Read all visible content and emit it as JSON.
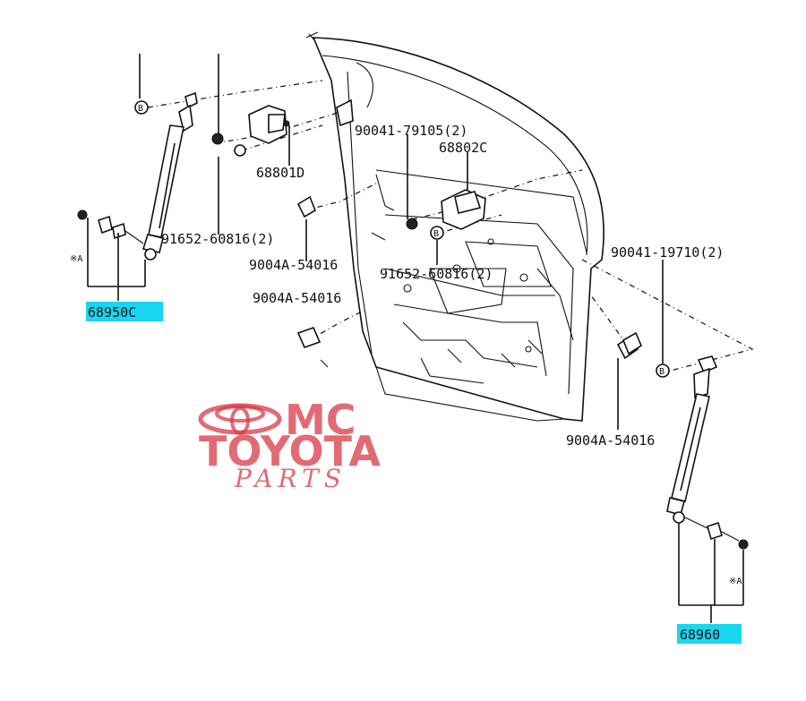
{
  "labels": {
    "hinge_bolt_right": "90041-79105(2)",
    "hinge_right": "68802C",
    "hinge_left": "68801D",
    "bolt_left": "91652-60816(2)",
    "cushion_left_upper": "9004A-54016",
    "bolt_center": "91652-60816(2)",
    "cushion_left_lower": "9004A-54016",
    "bolt_far_right": "90041-19710(2)",
    "cushion_right": "9004A-54016",
    "strut_left": "68950C",
    "strut_right": "68960",
    "ref_letter": "B",
    "ref_a": "※A"
  },
  "watermark": {
    "line1": "MC",
    "line2": "TOYOTA",
    "line3": "PARTS"
  },
  "colors": {
    "highlight": "#19d6f0",
    "watermark": "#d93a45"
  }
}
